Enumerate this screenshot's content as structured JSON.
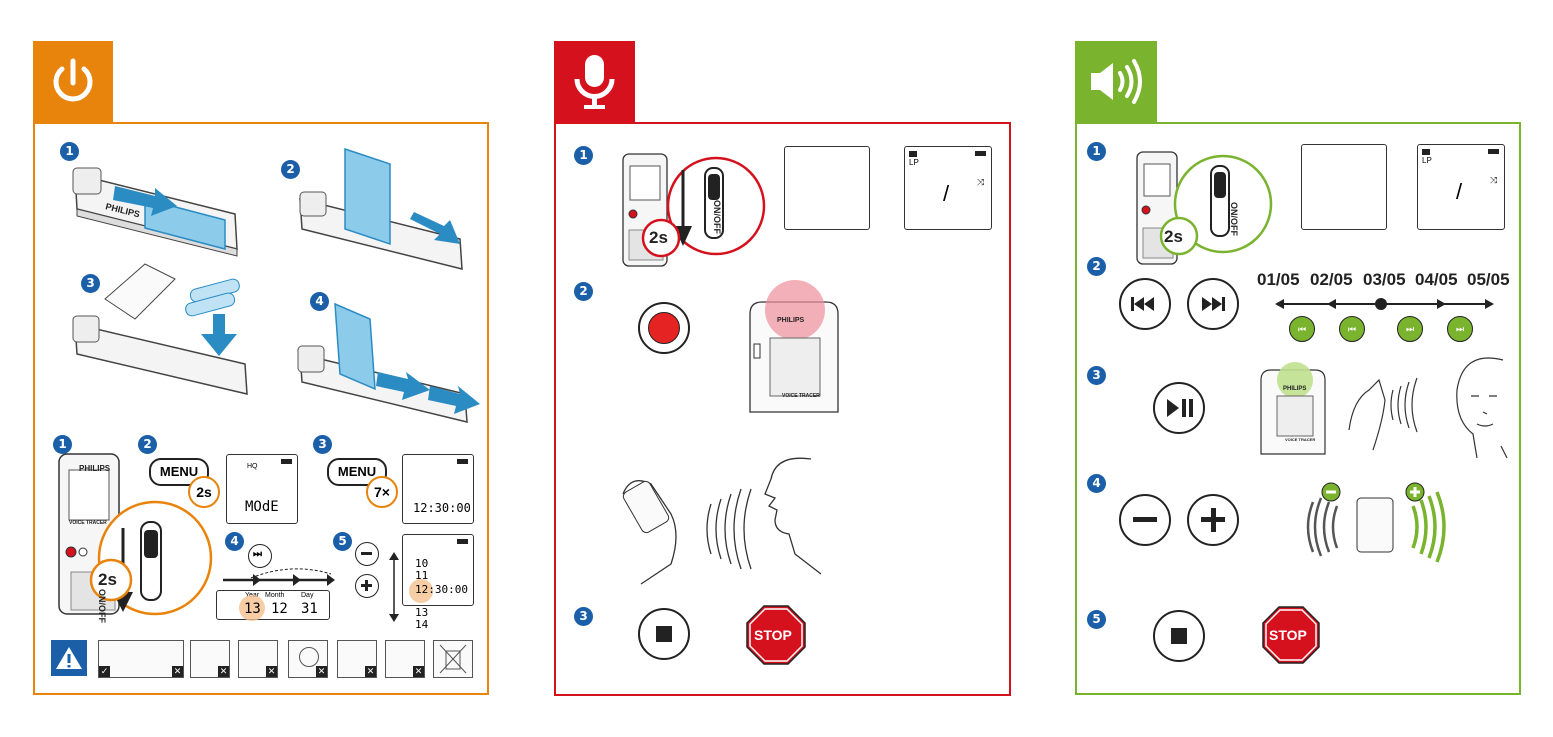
{
  "colors": {
    "orange": "#e8830c",
    "red": "#d6111e",
    "green": "#7ab32e",
    "blue": "#1a5fa8",
    "black": "#222222"
  },
  "power_panel": {
    "tab_icon": "power-icon",
    "battery_steps": [
      "1",
      "2",
      "3",
      "4"
    ],
    "setup_steps": [
      "1",
      "2",
      "3",
      "4",
      "5"
    ],
    "press_time": "2s",
    "menu_label": "MENU",
    "menu_hold": "2s",
    "menu_repeat": "7×",
    "lcd_quality": "HQ",
    "lcd_mode": "MOdE",
    "lcd_time": "12:30:00",
    "date_labels": {
      "year": "Year",
      "month": "Month",
      "day": "Day"
    },
    "date_values": {
      "year": "13",
      "month": "12",
      "day": "31"
    },
    "scroll_values": [
      "10",
      "11",
      "12:30:00",
      "13",
      "14"
    ],
    "brand": "PHILIPS",
    "device_name": "VOICE TRACER",
    "switch_label": "ON/OFF",
    "warning_icon": "warning-icon"
  },
  "record_panel": {
    "tab_icon": "microphone-icon",
    "steps": [
      "1",
      "2",
      "3"
    ],
    "press_time": "2s",
    "lcd_mode": "LP",
    "lcd_slash": "/",
    "brand": "PHILIPS",
    "device_name": "VOICE TRACER",
    "switch_label": "ON/OFF",
    "stop_sign": "STOP"
  },
  "playback_panel": {
    "tab_icon": "speaker-icon",
    "steps": [
      "1",
      "2",
      "3",
      "4",
      "5"
    ],
    "press_time": "2s",
    "lcd_mode": "LP",
    "lcd_slash": "/",
    "switch_label": "ON/OFF",
    "tracks": [
      "01/05",
      "02/05",
      "03/05",
      "04/05",
      "05/05"
    ],
    "brand": "PHILIPS",
    "device_name": "VOICE TRACER",
    "stop_sign": "STOP"
  }
}
